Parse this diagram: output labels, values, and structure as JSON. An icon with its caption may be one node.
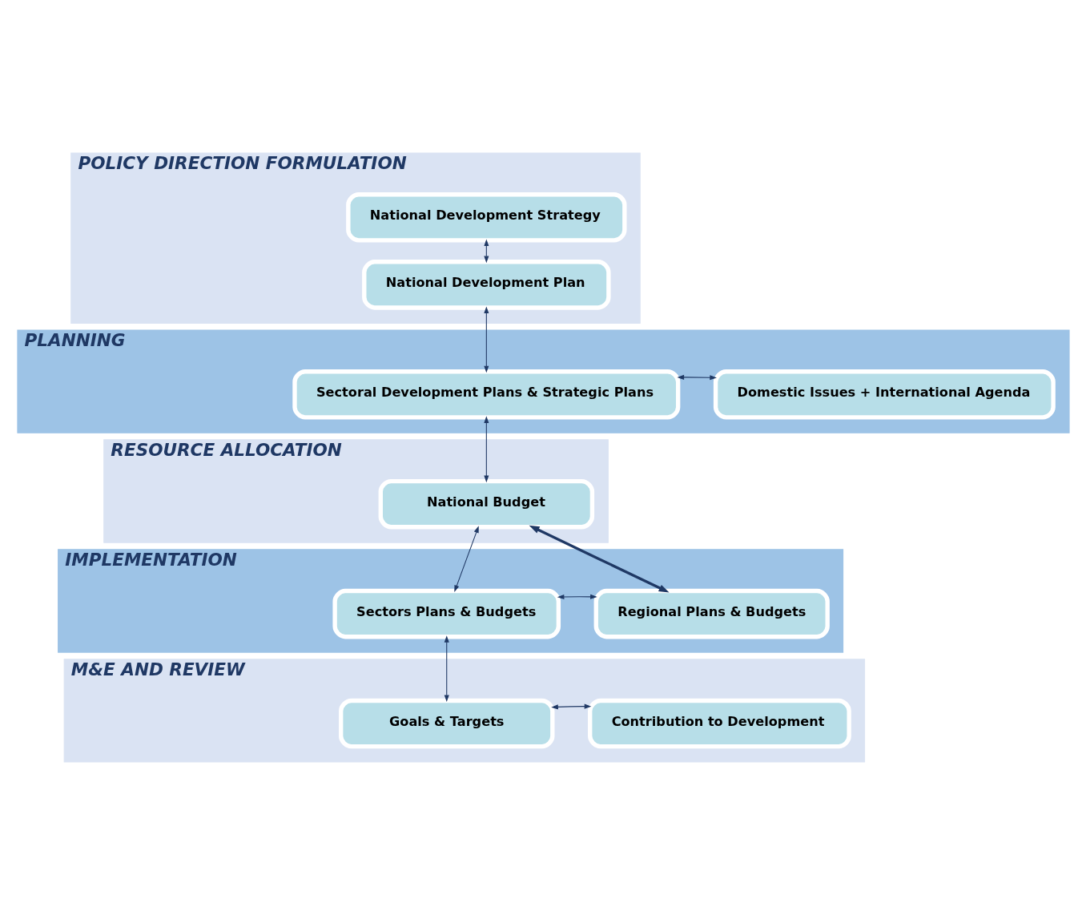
{
  "diagram": {
    "nodes": [
      {
        "text": [
          "POLICY DIRECTION FORMULATION"
        ]
      },
      {
        "text": [
          "National Development Strategy"
        ],
        "in": 0
      },
      {
        "text": [
          "National Development Plan"
        ],
        "in": 0
      },
      {
        "text": [
          "PLANNING"
        ]
      },
      {
        "text": [
          "Sectoral Development Plans & Strategic Plans"
        ],
        "in": 3
      },
      {
        "text": [
          "Domestic Issues + International Agenda"
        ],
        "in": 3
      },
      {
        "text": [
          "RESOURCE ALLOCATION"
        ]
      },
      {
        "text": [
          "National Budget"
        ],
        "in": 6
      },
      {
        "text": [
          "IMPLEMENTATION"
        ]
      },
      {
        "text": [
          "Sectors Plans & Budgets"
        ],
        "in": 8
      },
      {
        "text": [
          "Regional Plans & Budgets"
        ],
        "in": 8
      },
      {
        "text": [
          "M&E AND REVIEW"
        ]
      },
      {
        "text": [
          "Goals & Targets"
        ],
        "in": 11
      },
      {
        "text": [
          "Contribution to Development"
        ],
        "in": 11
      }
    ],
    "edges": [
      {
        "from": 1,
        "to": 2,
        "arrow": "both"
      },
      {
        "from": 2,
        "to": 4,
        "arrow": "both"
      },
      {
        "from": 4,
        "to": 5,
        "arrow": "both"
      },
      {
        "from": 4,
        "to": 7,
        "arrow": "both"
      },
      {
        "from": 7,
        "to": 10,
        "arrow": "both",
        "style": "thick"
      },
      {
        "from": 7,
        "to": 9,
        "arrow": "both"
      },
      {
        "from": 9,
        "to": 10,
        "arrow": "both"
      },
      {
        "from": 9,
        "to": 12,
        "arrow": "both"
      },
      {
        "from": 12,
        "to": 13,
        "arrow": "both"
      }
    ]
  }
}
